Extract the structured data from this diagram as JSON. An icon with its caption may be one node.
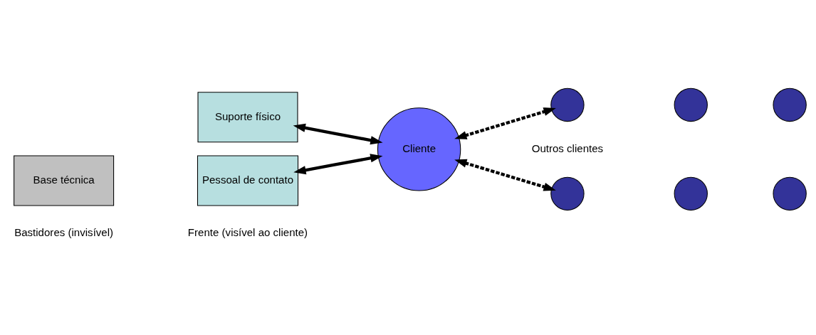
{
  "diagram": {
    "nodes": [
      {
        "text": [
          "Base técnica"
        ]
      },
      {
        "text": [
          "Suporte físico"
        ]
      },
      {
        "text": [
          "Pessoal de contato"
        ]
      },
      {
        "text": [
          "Cliente"
        ]
      },
      {
        "text": [],
        "shape": "circle"
      },
      {
        "text": [],
        "shape": "circle"
      },
      {
        "text": [],
        "shape": "circle"
      },
      {
        "text": [],
        "shape": "circle"
      },
      {
        "text": [],
        "shape": "circle"
      },
      {
        "text": [],
        "shape": "circle"
      }
    ],
    "edges": [
      {
        "from": 1,
        "to": 3,
        "arrow": "both"
      },
      {
        "from": 2,
        "to": 3,
        "arrow": "both"
      },
      {
        "from": 3,
        "to": 4,
        "arrow": "both",
        "style": "dashed"
      },
      {
        "from": 3,
        "to": 7,
        "arrow": "both",
        "style": "dashed"
      }
    ],
    "labels": [
      "Outros clientes",
      "Bastidores (invisível)",
      "Frente (visível ao cliente)"
    ]
  }
}
